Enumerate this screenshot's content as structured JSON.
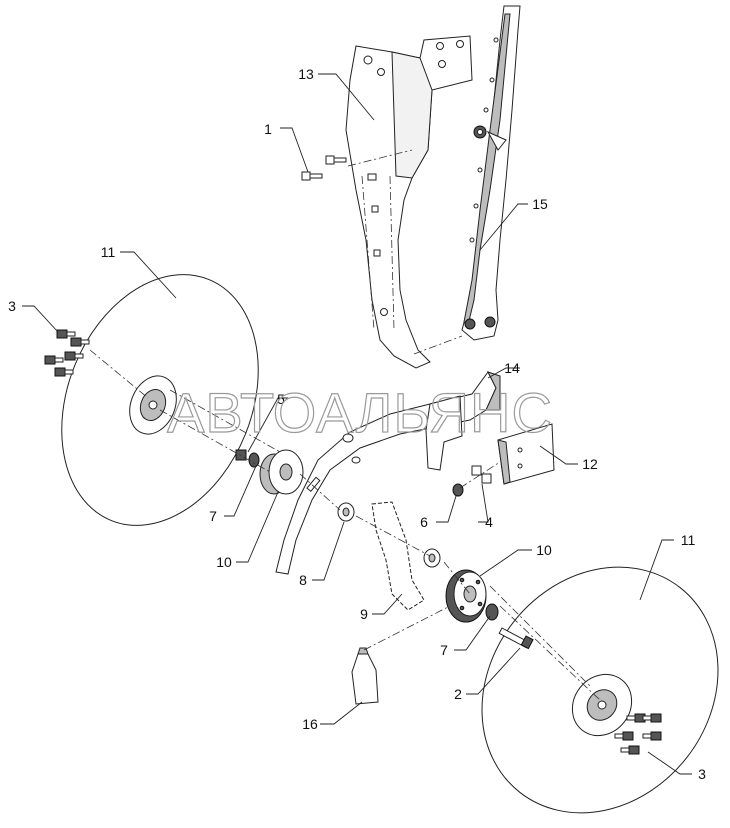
{
  "watermark": {
    "text": "АВТОАЛЬЯНС"
  },
  "callouts": {
    "c1": "1",
    "c2": "2",
    "c3a": "3",
    "c3b": "3",
    "c4": "4",
    "c5": "5",
    "c6": "6",
    "c7a": "7",
    "c7b": "7",
    "c8": "8",
    "c9": "9",
    "c10a": "10",
    "c10b": "10",
    "c11a": "11",
    "c11b": "11",
    "c12": "12",
    "c13": "13",
    "c14": "14",
    "c15": "15",
    "c16": "16"
  }
}
